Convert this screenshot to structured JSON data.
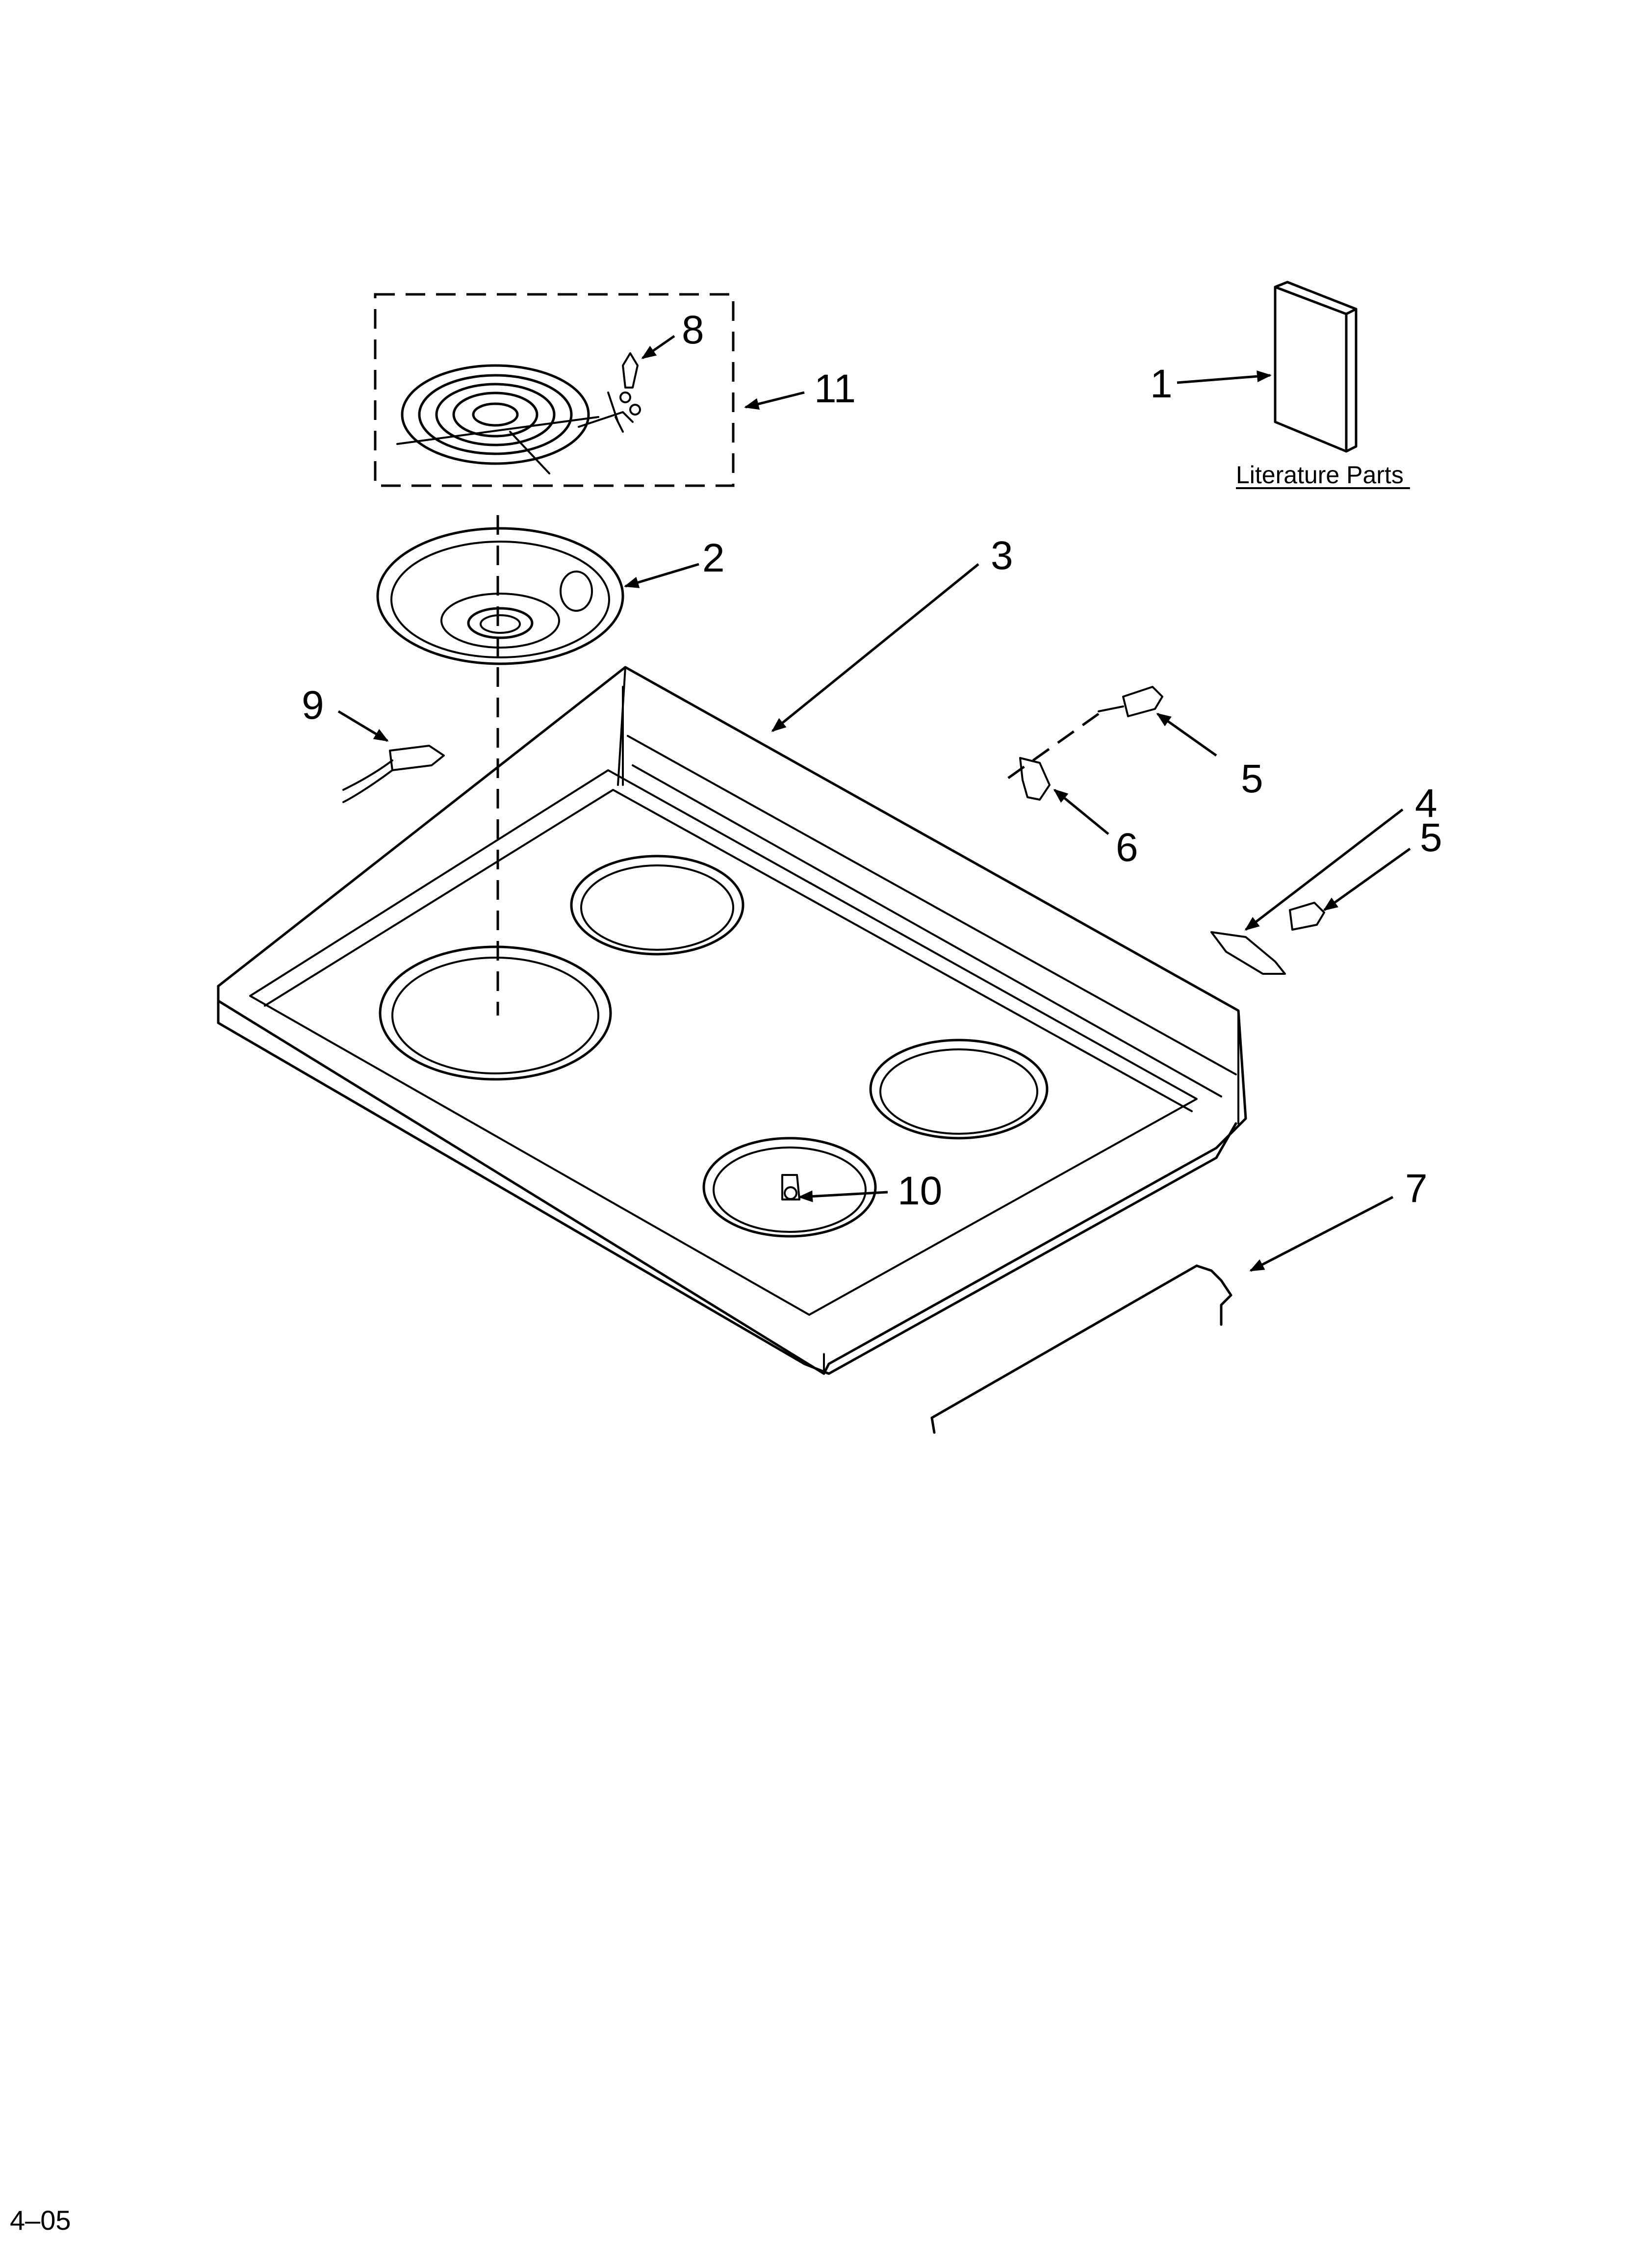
{
  "callouts": [
    {
      "id": "1",
      "text": "1"
    },
    {
      "id": "2",
      "text": "2"
    },
    {
      "id": "3",
      "text": "3"
    },
    {
      "id": "4",
      "text": "4"
    },
    {
      "id": "5a",
      "text": "5"
    },
    {
      "id": "5b",
      "text": "5"
    },
    {
      "id": "6",
      "text": "6"
    },
    {
      "id": "7",
      "text": "7"
    },
    {
      "id": "8",
      "text": "8"
    },
    {
      "id": "9",
      "text": "9"
    },
    {
      "id": "10",
      "text": "10"
    },
    {
      "id": "11",
      "text": "11"
    }
  ],
  "literature_parts_label": "Literature Parts",
  "footer_code": "4–05"
}
